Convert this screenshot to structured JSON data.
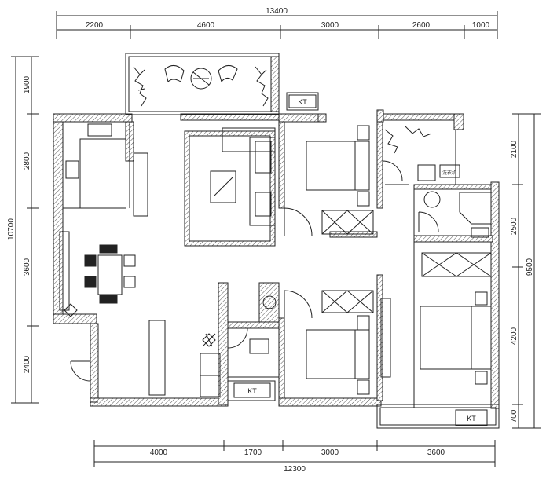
{
  "dimensions": {
    "top_total": "13400",
    "top": [
      "2200",
      "4600",
      "3000",
      "2600",
      "1000"
    ],
    "left_total": "10700",
    "left": [
      "1900",
      "2800",
      "3600",
      "2400"
    ],
    "right_total": "9500",
    "right": [
      "2100",
      "2500",
      "4200",
      "700"
    ],
    "bottom_total": "12300",
    "bottom": [
      "4000",
      "1700",
      "3000",
      "3600"
    ]
  },
  "labels": {
    "ac_top": "KT",
    "ac_bottom_mid": "KT",
    "ac_bottom_right": "KT",
    "washer": "洗衣机"
  }
}
